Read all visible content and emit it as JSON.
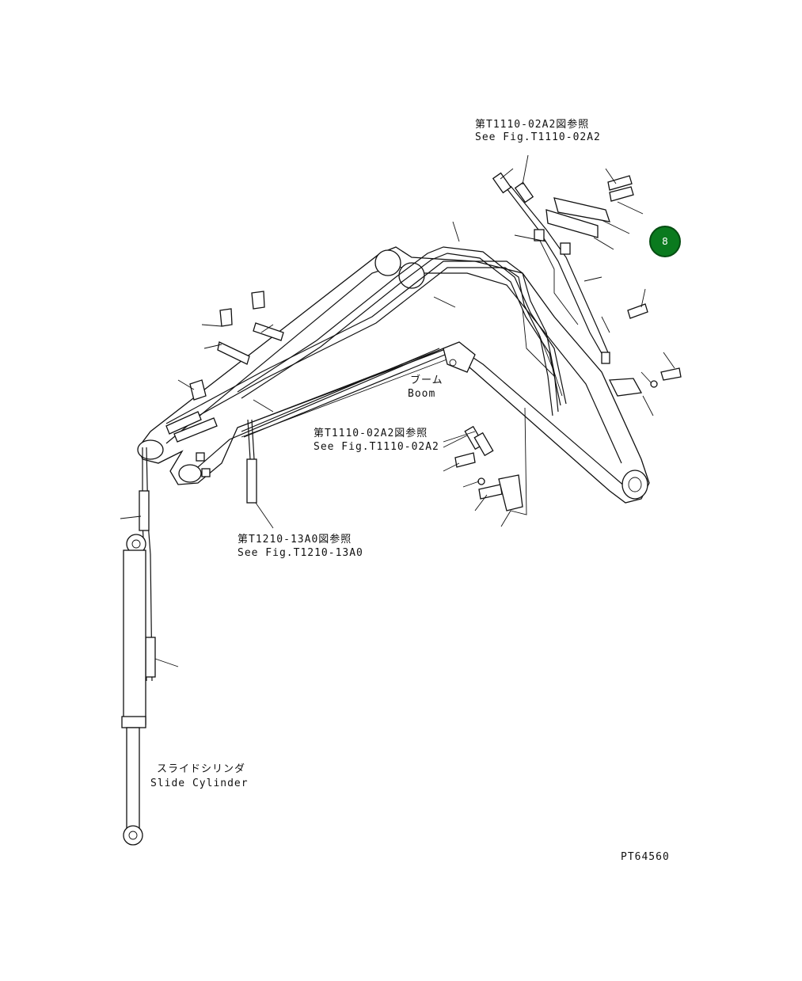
{
  "callout": {
    "number": "8",
    "color": "#0a7a1e"
  },
  "refs": {
    "top": {
      "jp": "第T1110-02A2図参照",
      "en": "See Fig.T1110-02A2"
    },
    "middle": {
      "jp": "第T1110-02A2図参照",
      "en": "See Fig.T1110-02A2"
    },
    "bottom": {
      "jp": "第T1210-13A0図参照",
      "en": "See Fig.T1210-13A0"
    }
  },
  "parts": {
    "boom": {
      "jp": "ブーム",
      "en": "Boom"
    },
    "slide_cylinder": {
      "jp": "スライドシリンダ",
      "en": "Slide Cylinder"
    }
  },
  "drawing_id": "PT64560"
}
